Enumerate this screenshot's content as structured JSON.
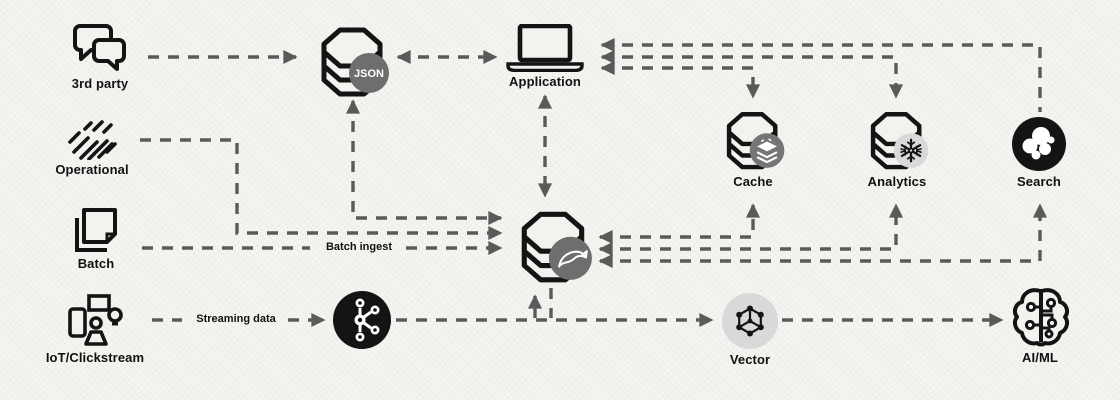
{
  "diagram": {
    "title": "data-platform-architecture",
    "nodes": {
      "third_party": {
        "label": "3rd party",
        "icon": "chat-bubbles-icon"
      },
      "operational": {
        "label": "Operational",
        "icon": "hatch-lines-icon"
      },
      "batch": {
        "label": "Batch",
        "icon": "documents-icon"
      },
      "iot_clickstream": {
        "label": "IoT/Clickstream",
        "icon": "devices-icon"
      },
      "json_db": {
        "badge_label": "JSON",
        "icon": "database-icon"
      },
      "application": {
        "label": "Application",
        "icon": "laptop-icon"
      },
      "relational_db": {
        "icon": "database-icon",
        "badge_icon": "dolphin-icon"
      },
      "cache": {
        "label": "Cache",
        "icon": "database-icon",
        "badge_icon": "layers-stack-icon"
      },
      "analytics": {
        "label": "Analytics",
        "icon": "database-icon",
        "badge_icon": "snowflake-icon"
      },
      "search": {
        "label": "Search",
        "icon": "cluster-blobs-icon"
      },
      "stream_broker": {
        "icon": "kafka-icon"
      },
      "vector": {
        "label": "Vector",
        "icon": "network-graph-icon"
      },
      "ai_ml": {
        "label": "AI/ML",
        "icon": "brain-circuit-icon"
      }
    },
    "edge_labels": {
      "batch_ingest": "Batch ingest",
      "streaming_data": "Streaming data"
    },
    "colors": {
      "background": "#f2f2ef",
      "connector": "#5a5a5a",
      "text": "#111111",
      "icon_stroke": "#141414",
      "badge_dark_gray": "#6e6e6e",
      "badge_mid_gray": "#757575",
      "badge_light_gray": "#d9d9d9",
      "badge_black": "#141414",
      "glyph_white": "#ffffff"
    }
  }
}
